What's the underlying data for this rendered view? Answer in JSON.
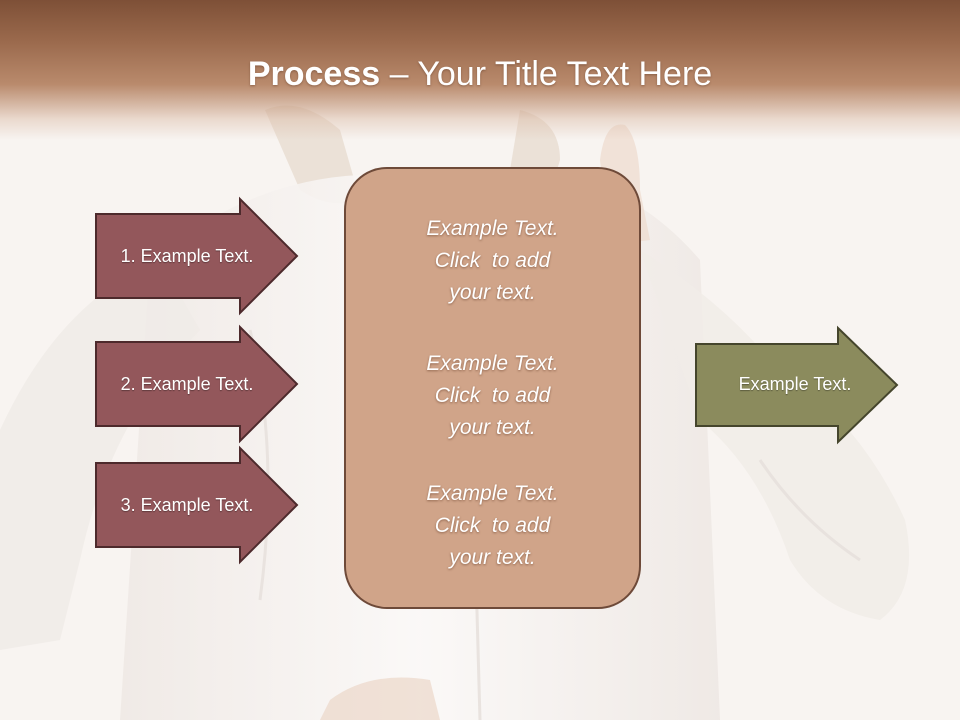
{
  "title": {
    "bold": "Process",
    "rest": " – Your Title Text Here"
  },
  "left_arrows": [
    {
      "label": "1. Example Text."
    },
    {
      "label": "2. Example Text."
    },
    {
      "label": "3. Example Text."
    }
  ],
  "center_items": [
    {
      "line1": "Example Text.",
      "line2": "Click  to add",
      "line3": "your text."
    },
    {
      "line1": "Example Text.",
      "line2": "Click  to add",
      "line3": "your text."
    },
    {
      "line1": "Example Text.",
      "line2": "Click  to add",
      "line3": "your text."
    }
  ],
  "right_arrow": {
    "label": "Example Text."
  },
  "colors": {
    "left_arrow_fill": "#93575b",
    "center_box_fill": "#d0a489",
    "right_arrow_fill": "#8b8b5d",
    "title_bar": "#8f5e43"
  }
}
